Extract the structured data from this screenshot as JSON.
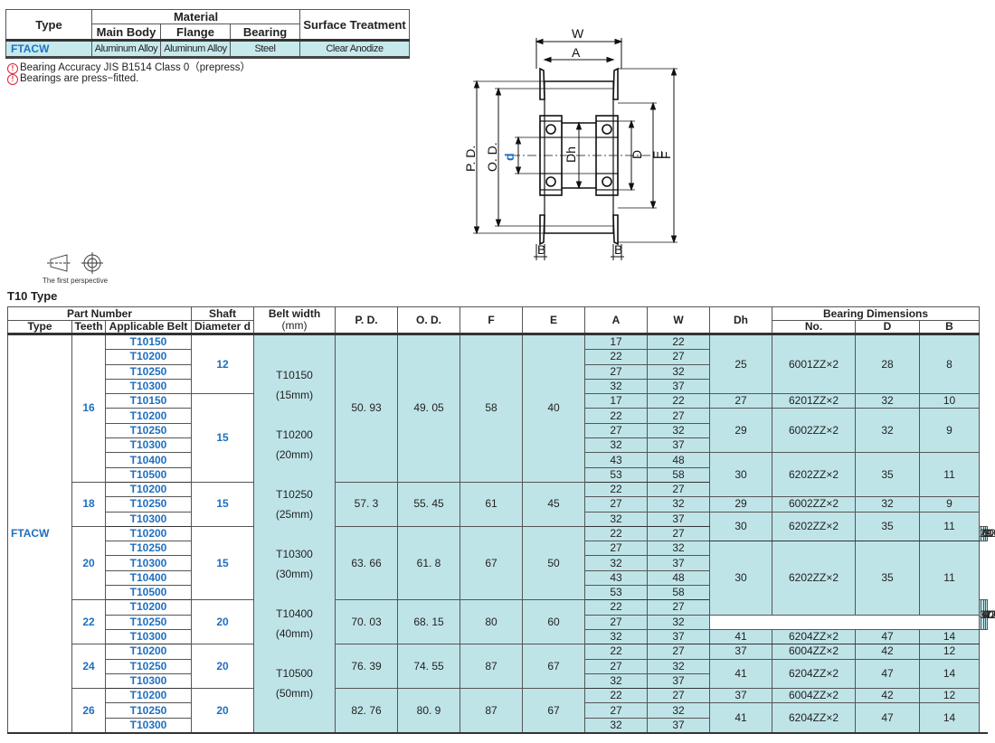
{
  "material": {
    "type_header": "Type",
    "material_header": "Material",
    "main_body_header": "Main Body",
    "flange_header": "Flange",
    "bearing_header": "Bearing",
    "surface_header": "Surface Treatment",
    "row": {
      "type": "FTACW",
      "main_body": "Aluminum Alloy",
      "flange": "Aluminum Alloy",
      "bearing": "Steel",
      "surface": "Clear Anodize"
    }
  },
  "notes": [
    "Bearing Accuracy JIS B1514 Class 0（prepress）",
    "Bearings are press−fitted."
  ],
  "drawing": {
    "W": "W",
    "A": "A",
    "PD": "P. D.",
    "OD": "O. D.",
    "d": "d",
    "Dh": "Dh",
    "D": "D",
    "E": "E",
    "F": "F",
    "B_left": "B",
    "B_right": "B"
  },
  "projection_label": "The first perspective",
  "type_title": "T10 Type",
  "spec": {
    "headers": {
      "part_number": "Part Number",
      "type": "Type",
      "teeth": "Teeth",
      "applicable_belt": "Applicable Belt",
      "shaft_1": "Shaft",
      "shaft_2": "Diameter d",
      "belt_width_1": "Belt width",
      "belt_width_2": "(mm)",
      "pd": "P. D.",
      "od": "O. D.",
      "f": "F",
      "e": "E",
      "a": "A",
      "w": "W",
      "dh": "Dh",
      "bearing_dims": "Bearing Dimensions",
      "no": "No.",
      "d_col": "D",
      "b_col": "B"
    },
    "type_value": "FTACW",
    "belt_width_text": "T10150\n(15mm)\n\nT10200\n(20mm)\n\nT10250\n(25mm)\n\nT10300\n(30mm)\n\nT10400\n(40mm)\n\nT10500\n(50mm)",
    "belts": [
      "T10150",
      "T10200",
      "T10250",
      "T10300",
      "T10150",
      "T10200",
      "T10250",
      "T10300",
      "T10400",
      "T10500",
      "T10200",
      "T10250",
      "T10300",
      "T10200",
      "T10250",
      "T10300",
      "T10400",
      "T10500",
      "T10200",
      "T10250",
      "T10300",
      "T10200",
      "T10250",
      "T10300",
      "T10200",
      "T10250",
      "T10300"
    ],
    "aw": [
      [
        "17",
        "22"
      ],
      [
        "22",
        "27"
      ],
      [
        "27",
        "32"
      ],
      [
        "32",
        "37"
      ],
      [
        "17",
        "22"
      ],
      [
        "22",
        "27"
      ],
      [
        "27",
        "32"
      ],
      [
        "32",
        "37"
      ],
      [
        "43",
        "48"
      ],
      [
        "53",
        "58"
      ],
      [
        "22",
        "27"
      ],
      [
        "27",
        "32"
      ],
      [
        "32",
        "37"
      ],
      [
        "22",
        "27"
      ],
      [
        "27",
        "32"
      ],
      [
        "32",
        "37"
      ],
      [
        "43",
        "48"
      ],
      [
        "53",
        "58"
      ],
      [
        "22",
        "27"
      ],
      [
        "27",
        "32"
      ],
      [
        "32",
        "37"
      ],
      [
        "22",
        "27"
      ],
      [
        "27",
        "32"
      ],
      [
        "32",
        "37"
      ],
      [
        "22",
        "27"
      ],
      [
        "27",
        "32"
      ],
      [
        "32",
        "37"
      ]
    ],
    "groups": [
      {
        "teeth": "16",
        "pd": "50. 93",
        "od": "49. 05",
        "f": "58",
        "e": "40"
      },
      {
        "teeth": "18",
        "pd": "57. 3",
        "od": "55. 45",
        "f": "61",
        "e": "45"
      },
      {
        "teeth": "20",
        "pd": "63. 66",
        "od": "61. 8",
        "f": "67",
        "e": "50"
      },
      {
        "teeth": "22",
        "pd": "70. 03",
        "od": "68. 15",
        "f": "80",
        "e": "60"
      },
      {
        "teeth": "24",
        "pd": "76. 39",
        "od": "74. 55",
        "f": "87",
        "e": "67"
      },
      {
        "teeth": "26",
        "pd": "82. 76",
        "od": "80. 9",
        "f": "87",
        "e": "67"
      }
    ],
    "shafts": [
      "12",
      "15",
      "15",
      "15",
      "20",
      "20",
      "20"
    ],
    "bearings": [
      {
        "dh": "25",
        "no": "6001ZZ×2",
        "d": "28",
        "b": "8"
      },
      {
        "dh": "27",
        "no": "6201ZZ×2",
        "d": "32",
        "b": "10"
      },
      {
        "dh": "29",
        "no": "6002ZZ×2",
        "d": "32",
        "b": "9"
      },
      {
        "dh": "30",
        "no": "6202ZZ×2",
        "d": "35",
        "b": "11"
      },
      {
        "dh": "29",
        "no": "6002ZZ×2",
        "d": "32",
        "b": "9"
      },
      {
        "dh": "30",
        "no": "6202ZZ×2",
        "d": "35",
        "b": "11"
      },
      {
        "dh": "29",
        "no": "6002ZZ×2",
        "d": "32",
        "b": "9"
      },
      {
        "dh": "30",
        "no": "6202ZZ×2",
        "d": "35",
        "b": "11"
      },
      {
        "dh": "37",
        "no": "6004ZZ×2",
        "d": "42",
        "b": "12"
      },
      {
        "dh": "41",
        "no": "6204ZZ×2",
        "d": "47",
        "b": "14"
      },
      {
        "dh": "37",
        "no": "6004ZZ×2",
        "d": "42",
        "b": "12"
      },
      {
        "dh": "41",
        "no": "6204ZZ×2",
        "d": "47",
        "b": "14"
      },
      {
        "dh": "37",
        "no": "6004ZZ×2",
        "d": "42",
        "b": "12"
      },
      {
        "dh": "41",
        "no": "6204ZZ×2",
        "d": "47",
        "b": "14"
      }
    ]
  }
}
